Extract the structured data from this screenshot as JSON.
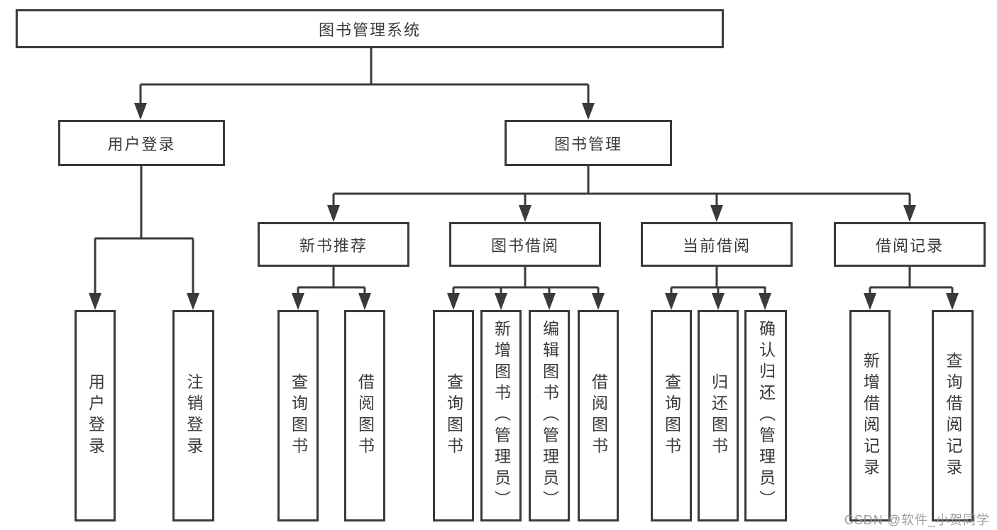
{
  "diagram": {
    "root": {
      "label": "图书管理系统",
      "children": [
        {
          "label": "用户登录",
          "children": [
            {
              "label": "用户登录"
            },
            {
              "label": "注销登录"
            }
          ]
        },
        {
          "label": "图书管理",
          "children": [
            {
              "label": "新书推荐",
              "children": [
                {
                  "label": "查询图书"
                },
                {
                  "label": "借阅图书"
                }
              ]
            },
            {
              "label": "图书借阅",
              "children": [
                {
                  "label": "查询图书"
                },
                {
                  "label": "新增图书（管理员）"
                },
                {
                  "label": "编辑图书（管理员）"
                },
                {
                  "label": "借阅图书"
                }
              ]
            },
            {
              "label": "当前借阅",
              "children": [
                {
                  "label": "查询图书"
                },
                {
                  "label": "归还图书"
                },
                {
                  "label": "确认归还（管理员）"
                }
              ]
            },
            {
              "label": "借阅记录",
              "children": [
                {
                  "label": "新增借阅记录"
                },
                {
                  "label": "查询借阅记录"
                }
              ]
            }
          ]
        }
      ]
    }
  },
  "watermark": {
    "text": "CSDN @软件_小贺同学"
  },
  "colors": {
    "line": "#3a3a3a",
    "text": "#3a3a3a",
    "background": "#ffffff",
    "watermark": "#949494"
  }
}
